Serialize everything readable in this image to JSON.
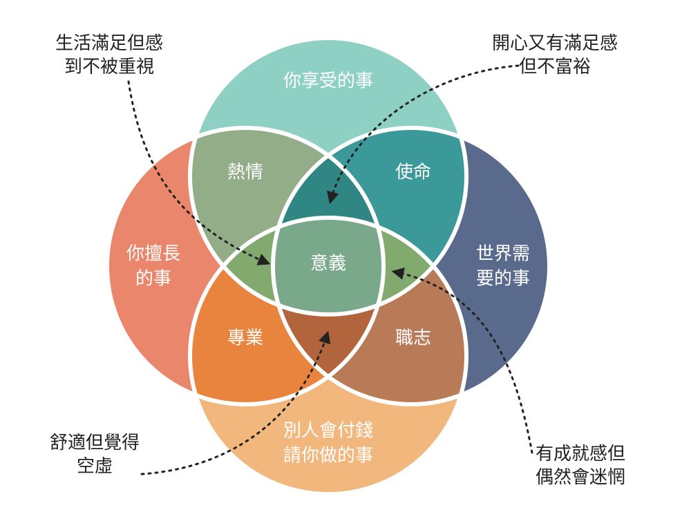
{
  "colors": {
    "top": "#8ed0c4",
    "left": "#e9866b",
    "right": "#5a6a8c",
    "bottom": "#f2b77c",
    "passion": "#93ad88",
    "mission": "#3b9a99",
    "profession": "#e8843e",
    "vocation": "#b97a58",
    "top_center": "#2f8683",
    "left_center": "#83aa6e",
    "right_center": "#83aa6e",
    "bottom_center": "#b2653c",
    "center": "#7aa88a",
    "stroke": "#ffffff",
    "arrow": "#222222"
  },
  "circles": {
    "top": "你享受的事",
    "left": [
      "你擅長",
      "的事"
    ],
    "right": [
      "世界需",
      "要的事"
    ],
    "bottom": [
      "別人會付錢",
      "請你做的事"
    ]
  },
  "overlaps": {
    "passion": "熱情",
    "mission": "使命",
    "profession": "專業",
    "vocation": "職志",
    "center": "意義"
  },
  "callouts": {
    "top_left": [
      "生活滿足但感",
      "到不被重視"
    ],
    "top_right": [
      "開心又有滿足感",
      "但不富裕"
    ],
    "bottom_left": [
      "舒適但覺得",
      "空虛"
    ],
    "bottom_right": [
      "有成就感但",
      "偶然會迷惘"
    ]
  }
}
